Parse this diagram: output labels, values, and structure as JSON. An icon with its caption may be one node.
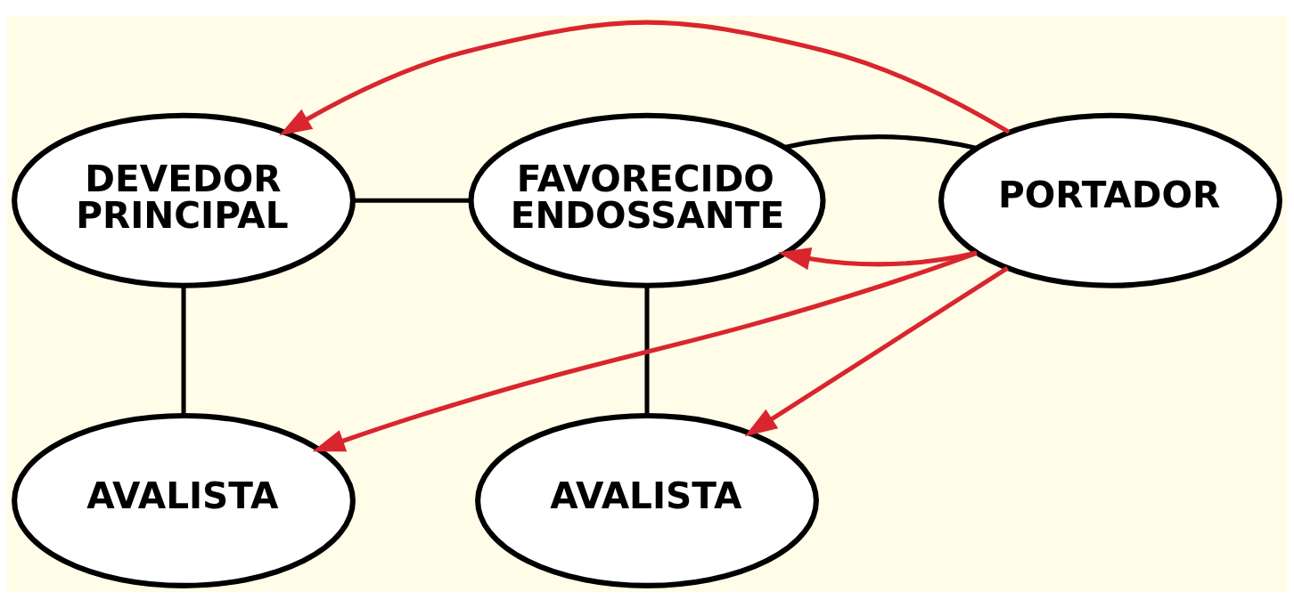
{
  "diagram": {
    "nodes": [
      {
        "text": [
          "DEVEDOR PRINCIPAL"
        ]
      },
      {
        "text": [
          "FAVORECIDO ENDOSSANTE"
        ]
      },
      {
        "text": [
          "PORTADOR"
        ]
      },
      {
        "text": [
          "AVALISTA"
        ]
      },
      {
        "text": [
          "AVALISTA"
        ]
      }
    ],
    "edges": [
      {
        "from": 2,
        "to": 0,
        "arrow": "to",
        "color": "#d9262e"
      },
      {
        "from": 2,
        "to": 1,
        "arrow": "to",
        "color": "#d9262e"
      },
      {
        "from": 0,
        "to": 1,
        "arrow": "none",
        "color": "#000000"
      },
      {
        "from": 1,
        "to": 2,
        "arrow": "none",
        "color": "#000000"
      },
      {
        "from": 0,
        "to": 3,
        "arrow": "none",
        "color": "#000000"
      },
      {
        "from": 1,
        "to": 4,
        "arrow": "none",
        "color": "#000000"
      },
      {
        "from": 2,
        "to": 3,
        "arrow": "to",
        "color": "#d9262e"
      },
      {
        "from": 2,
        "to": 4,
        "arrow": "to",
        "color": "#d9262e"
      }
    ]
  }
}
